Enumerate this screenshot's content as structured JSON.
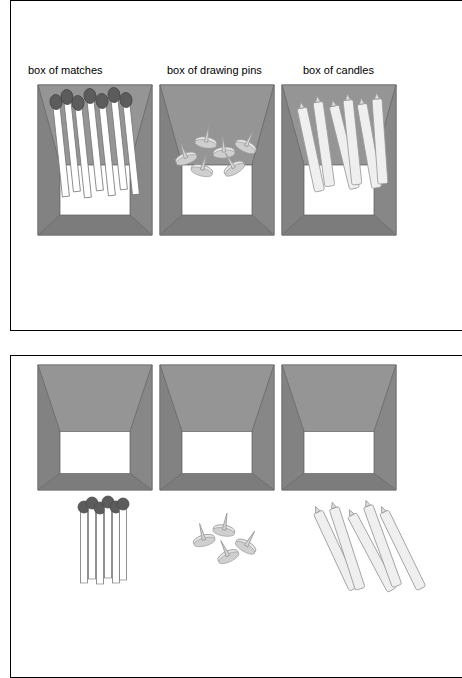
{
  "diagram": {
    "labels": [
      "box of matches",
      "box of drawing pins",
      "box of candles"
    ]
  }
}
